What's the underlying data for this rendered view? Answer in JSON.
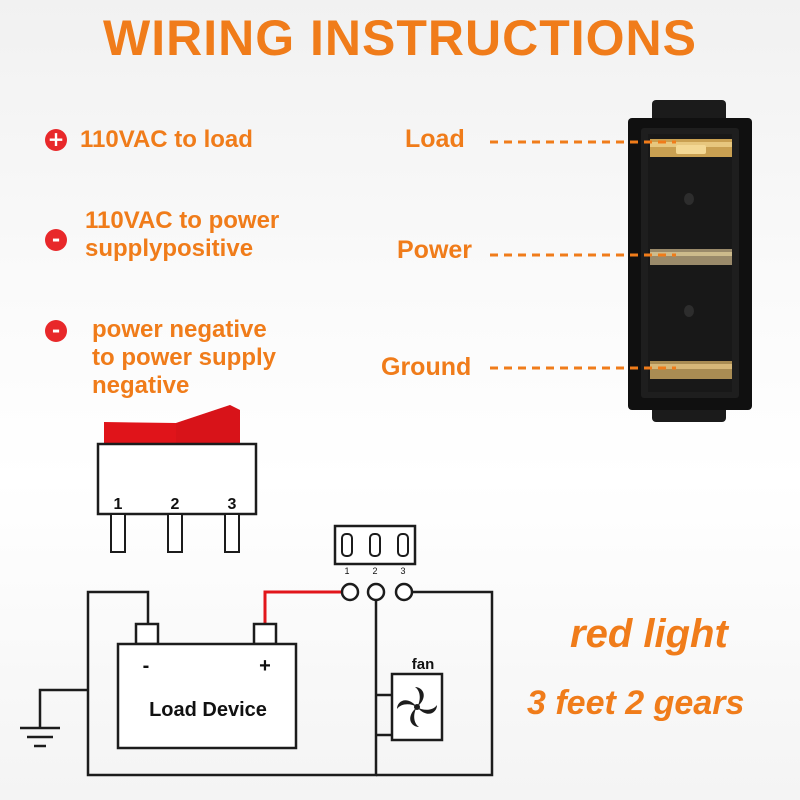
{
  "title": "WIRING INSTRUCTIONS",
  "legend": [
    {
      "symbol": "+",
      "line1": "110VAC to load",
      "line2": "",
      "line3": ""
    },
    {
      "symbol": "-",
      "line1": "110VAC to power",
      "line2": "supplypositive",
      "line3": ""
    },
    {
      "symbol": "-",
      "line1": "power negative",
      "line2": "to power supply",
      "line3": "negative"
    }
  ],
  "switch_pins": {
    "load": "Load",
    "power": "Power",
    "ground": "Ground"
  },
  "rocker_terminals": [
    "1",
    "2",
    "3"
  ],
  "circuit": {
    "connector_numbers": [
      "1",
      "2",
      "3"
    ],
    "device_label": "Load Device",
    "minus": "-",
    "plus": "+",
    "fan_label": "fan"
  },
  "taglines": {
    "line1": "red light",
    "line2": "3 feet 2 gears"
  },
  "colors": {
    "accent": "#f07c1a",
    "icon_red": "#e8282a",
    "rocker_red": "#e0141a",
    "wire_red": "#e2161b"
  }
}
